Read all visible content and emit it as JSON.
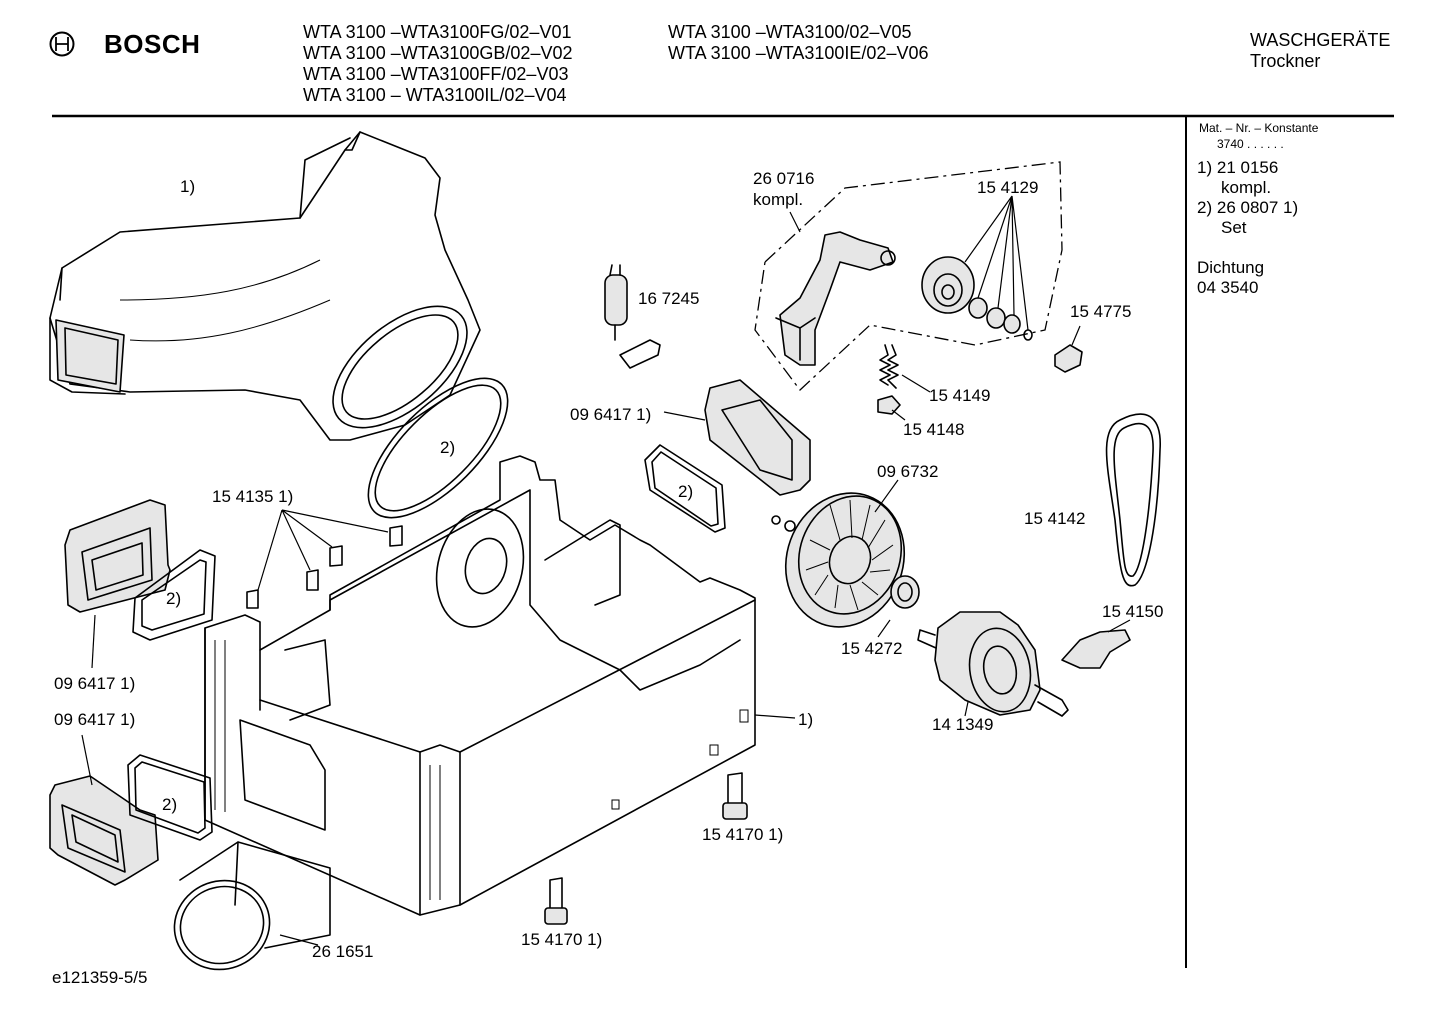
{
  "header": {
    "brand": "BOSCH",
    "models_left": [
      "WTA 3100 –WTA3100FG/02–V01",
      "WTA 3100 –WTA3100GB/02–V02",
      "WTA 3100 –WTA3100FF/02–V03",
      "WTA 3100 – WTA3100IL/02–V04"
    ],
    "models_right": [
      "WTA 3100 –WTA3100/02–V05",
      "WTA 3100 –WTA3100IE/02–V06"
    ],
    "category": "WASCHGERÄTE",
    "subcategory": "Trockner"
  },
  "sidebar": {
    "mat_label": "Mat. – Nr. – Konstante",
    "mat_value": "3740 . . . . . .",
    "notes": [
      {
        "id": "1)",
        "number": "21 0156",
        "text": "kompl."
      },
      {
        "id": "2)",
        "number": "26 0807 1)",
        "text": "Set"
      }
    ],
    "seal_label": "Dichtung",
    "seal_number": "04 3540"
  },
  "parts": {
    "duct_top": "1)",
    "seal_big": "2)",
    "clips": "15 4135 1)",
    "flange_left_seal": "2)",
    "flange_left": "09 6417 1)",
    "flange_bottom": "09 6417 1)",
    "flange_bottom_seal": "2)",
    "adapter": "26 1651",
    "screw_bottom": "15 4170 1)",
    "screw_right": "15 4170 1)",
    "housing": "1)",
    "capacitor": "16 7245",
    "flange_mid": "09 6417 1)",
    "flange_mid_seal": "2)",
    "tensioner": "26 0716",
    "tensioner_note": "kompl.",
    "pulleys": "15 4129",
    "knob": "15 4775",
    "spring": "15 4149",
    "spring_clip": "15 4148",
    "fan": "09 6732",
    "belt": "15 4142",
    "bearing_clamp": "15 4150",
    "bushing": "15 4272",
    "motor": "14 1349"
  },
  "footer": {
    "doc_id": "e121359-5/5"
  }
}
